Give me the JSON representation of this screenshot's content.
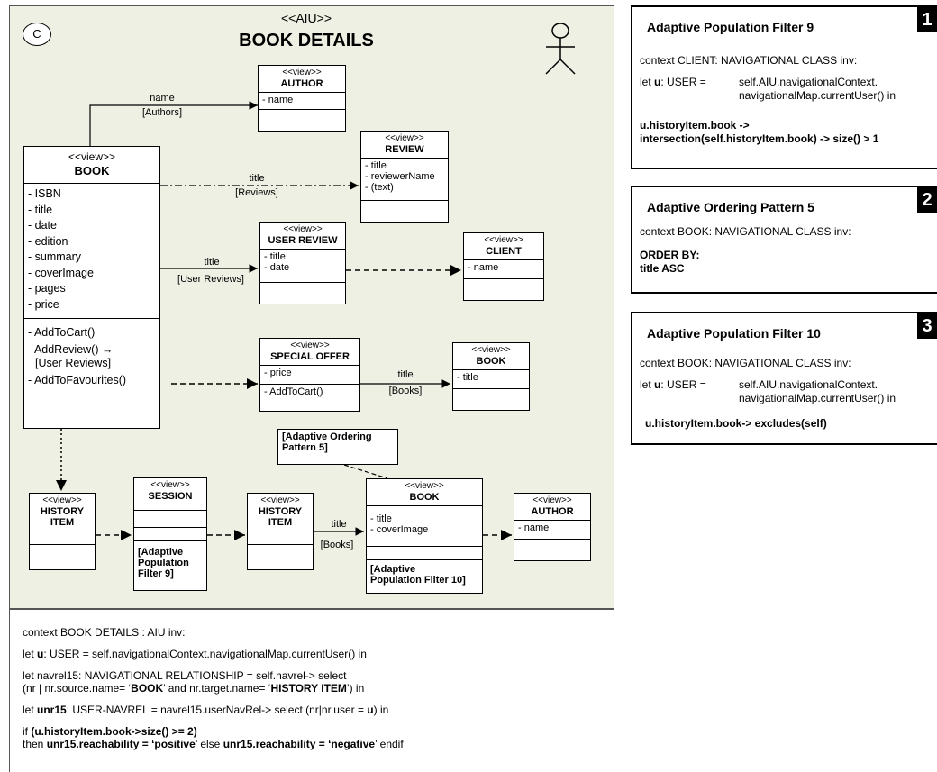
{
  "diagram": {
    "corner_mark": "C",
    "stereotype": "<<AIU>>",
    "title": "BOOK DETAILS",
    "classes": {
      "book": {
        "stereotype": "<<view>>",
        "name": "BOOK",
        "attributes": [
          "- ISBN",
          "- title",
          "- date",
          "- edition",
          "- summary",
          "- coverImage",
          "- pages",
          "- price"
        ],
        "op1": "- AddToCart()",
        "op2": "- AddReview() →",
        "op2b": "[User Reviews]",
        "op3": "- AddToFavourites()"
      },
      "author_top": {
        "stereotype": "<<view>>",
        "name": "AUTHOR",
        "attr": "- name"
      },
      "review": {
        "stereotype": "<<view>>",
        "name": "REVIEW",
        "attrs": [
          "- title",
          "- reviewerName",
          "- (text)"
        ]
      },
      "user_review": {
        "stereotype": "<<view>>",
        "name": "USER REVIEW",
        "attrs": [
          "- title",
          "- date"
        ]
      },
      "client": {
        "stereotype": "<<view>>",
        "name": "CLIENT",
        "attr": "- name"
      },
      "special_offer": {
        "stereotype": "<<view>>",
        "name": "SPECIAL OFFER",
        "attr": "- price",
        "op": "-  AddToCart()"
      },
      "book_small": {
        "stereotype": "<<view>>",
        "name": "BOOK",
        "attr": "- title"
      },
      "history_item_1": {
        "stereotype": "<<view>>",
        "name1": "HISTORY",
        "name2": "ITEM"
      },
      "session": {
        "stereotype": "<<view>>",
        "name": "SESSION",
        "note1": "[Adaptive",
        "note2": "Population",
        "note3": "Filter 9]"
      },
      "history_item_2": {
        "stereotype": "<<view>>",
        "name1": "HISTORY",
        "name2": "ITEM"
      },
      "book_bottom": {
        "stereotype": "<<view>>",
        "name": "BOOK",
        "attrs": [
          "- title",
          "- coverImage"
        ],
        "note1": "[Adaptive",
        "note2": "Population Filter 10]"
      },
      "author_bottom": {
        "stereotype": "<<view>>",
        "name": "AUTHOR",
        "attr": "- name"
      }
    },
    "ordering_note": {
      "line1": "[Adaptive Ordering",
      "line2": "Pattern 5]"
    },
    "labels": {
      "name": "name",
      "authors": "[Authors]",
      "title_reviews": "title",
      "reviews": "[Reviews]",
      "title_user_reviews": "title",
      "user_reviews": "[User Reviews]",
      "title_books": "title",
      "books": "[Books]",
      "title_books2": "title",
      "books2": "[Books]"
    }
  },
  "ocl": {
    "l1": "context BOOK DETAILS : AIU inv:",
    "l2a": "let ",
    "l2b": "u",
    "l2c": ": USER = self.navigationalContext.navigationalMap.currentUser() in",
    "l3a": "let navrel15: NAVIGATIONAL RELATIONSHIP = self.navrel-> select",
    "l4a": "(nr | nr.source.name= ‘",
    "l4b": "BOOK",
    "l4c": "’ and nr.target.name= ‘",
    "l4d": "HISTORY ITEM",
    "l4e": "’) in",
    "l5a": "let ",
    "l5b": "unr15",
    "l5c": ": USER-NAVREL = navrel15.userNavRel-> select (nr|nr.user = ",
    "l5d": "u",
    "l5e": ") in",
    "l6a": "if ",
    "l6b": "(u.historyItem.book->size() >= 2)",
    "l7a": "then ",
    "l7b": "unr15.reachability = ‘positive",
    "l7c": "’ else ",
    "l7d": "unr15.reachability = ‘negative",
    "l7e": "’ endif"
  },
  "rules": [
    {
      "num": "1",
      "title": "Adaptive Population Filter 9",
      "context": "context CLIENT: NAVIGATIONAL CLASS inv:",
      "let_a": "let ",
      "let_b": "u",
      "let_c": ": USER =",
      "expr1": "self.AIU.navigationalContext.",
      "expr2": "navigationalMap.currentUser() in",
      "body1": "u.historyItem.book ->",
      "body2": "intersection(self.historyItem.book) -> size() > 1"
    },
    {
      "num": "2",
      "title": "Adaptive Ordering Pattern 5",
      "context": "context BOOK: NAVIGATIONAL CLASS inv:",
      "body1": "ORDER BY:",
      "body2": "title ASC"
    },
    {
      "num": "3",
      "title": "Adaptive Population Filter 10",
      "context": "context BOOK: NAVIGATIONAL CLASS inv:",
      "let_a": "let ",
      "let_b": "u",
      "let_c": ": USER =",
      "expr1": "self.AIU.navigationalContext.",
      "expr2": "navigationalMap.currentUser() in",
      "body1": "u.historyItem.book-> excludes(self)"
    }
  ]
}
